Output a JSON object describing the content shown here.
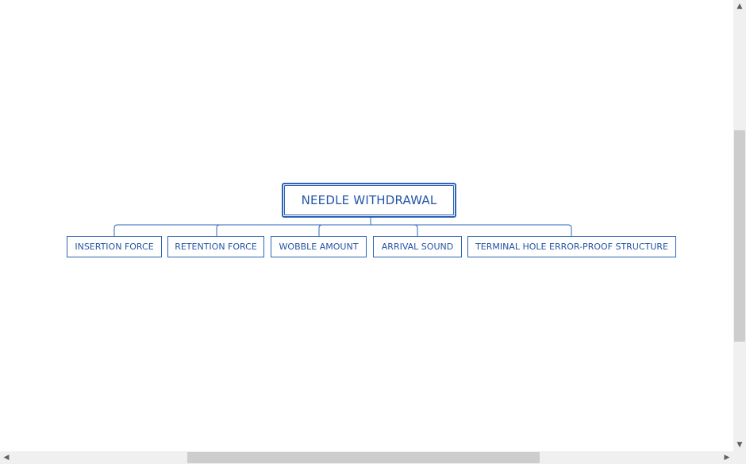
{
  "diagram": {
    "root": {
      "label": "NEEDLE WITHDRAWAL"
    },
    "children": [
      {
        "label": "INSERTION FORCE"
      },
      {
        "label": "RETENTION FORCE"
      },
      {
        "label": "WOBBLE AMOUNT"
      },
      {
        "label": "ARRIVAL SOUND"
      },
      {
        "label": "TERMINAL HOLE ERROR-PROOF STRUCTURE"
      }
    ],
    "colors": {
      "node_border": "#2d63b8",
      "node_text": "#2454a6",
      "background": "#ffffff"
    }
  },
  "scrollbars": {
    "vertical_up_icon": "chevron-up-icon",
    "vertical_down_icon": "chevron-down-icon",
    "horizontal_left_icon": "chevron-left-icon",
    "horizontal_right_icon": "chevron-right-icon"
  }
}
